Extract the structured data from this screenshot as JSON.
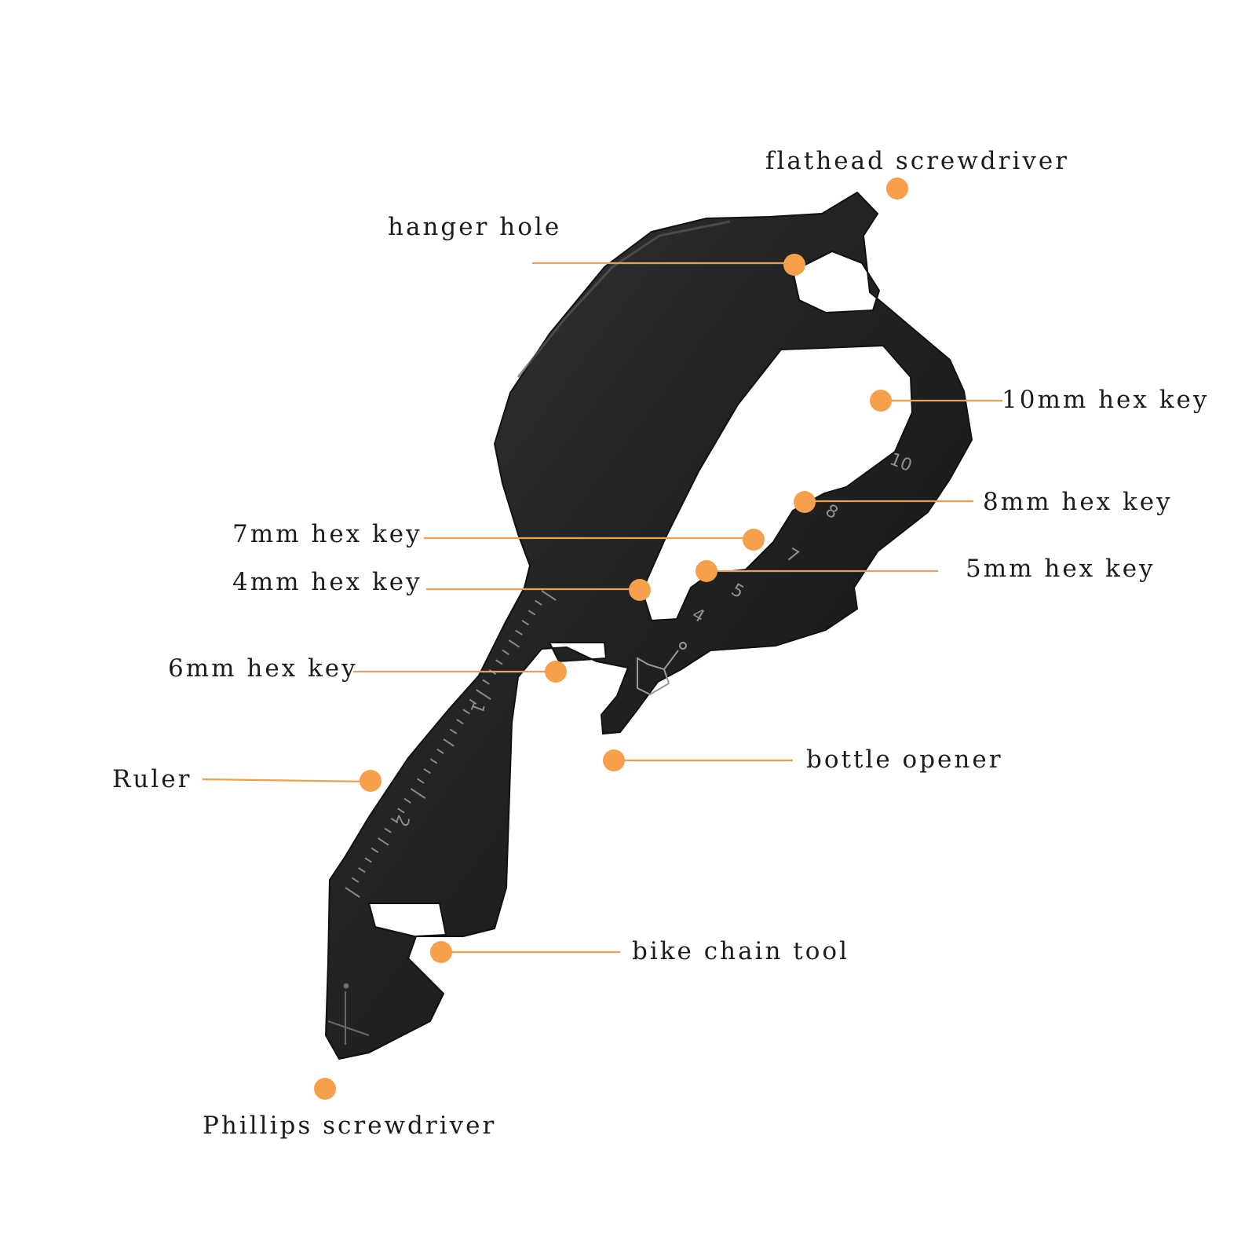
{
  "callouts": {
    "flathead": "flathead screwdriver",
    "hanger": "hanger hole",
    "hex10": "10mm hex key",
    "hex8": "8mm hex key",
    "hex7": "7mm hex key",
    "hex5": "5mm hex key",
    "hex4": "4mm hex key",
    "hex6": "6mm hex key",
    "bottle": "bottle opener",
    "ruler": "Ruler",
    "chain": "bike chain tool",
    "phillips": "Phillips screwdriver"
  },
  "engravings": {
    "size10": "10",
    "size8": "8",
    "size7": "7",
    "size5": "5",
    "size4": "4",
    "ruler1": "1",
    "ruler2": "2"
  },
  "colors": {
    "tool_body": "#1f1f1f",
    "callout_accent": "#f6a04b",
    "label_text": "#1c1c1c",
    "background": "#ffffff"
  }
}
